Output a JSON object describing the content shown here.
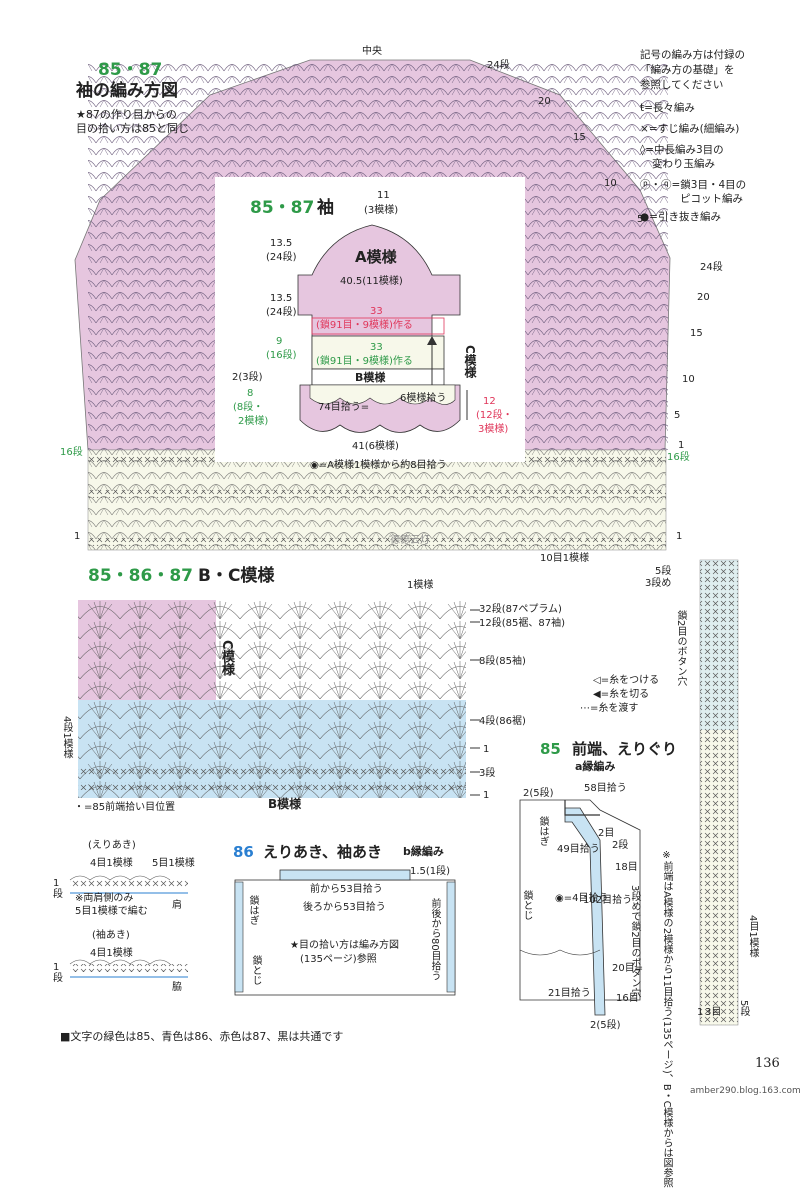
{
  "colors": {
    "pink": "#e6c6df",
    "blue": "#c8e3f3",
    "green": "#2e9a48",
    "red": "#e0365a",
    "blueText": "#2a7fd1",
    "cream": "#f7f8ea"
  },
  "section1": {
    "title_num": "85・87",
    "title": "袖の編み方図",
    "note_line1": "★87の作り目からの",
    "note_line2": "目の拾い方は85と同じ",
    "center": "中央",
    "row_labels": [
      "24段",
      "20",
      "15",
      "10",
      "5",
      "24段",
      "20",
      "15",
      "10",
      "5",
      "1",
      "16段",
      "16段",
      "1",
      "1"
    ],
    "repeat": "10目1模様"
  },
  "inset": {
    "title_num": "85・87",
    "title": "袖",
    "top_w": "11",
    "top_w2": "(3模様)",
    "a_pattern": "A模様",
    "width1": "40.5(11模様)",
    "red_w": "33",
    "red_w2": "(鎖91目・9模様)作る",
    "green_w": "33",
    "green_w2": "(鎖91目・9模様)作る",
    "b_pattern": "B模様",
    "c_pattern": "C模様",
    "pick": "74目拾う=",
    "six": "6模様拾う",
    "bottom": "41(6模様)",
    "h1": "13.5",
    "h1b": "(24段)",
    "h2": "13.5",
    "h2b": "(24段)",
    "h3": "9",
    "h3b": "(16段)",
    "h4": "2(3段)",
    "h5": "8",
    "h5b": "(8段・",
    "h5c": "2模様)",
    "h6": "12",
    "h6b": "(12段・",
    "h6c": "3模様)",
    "note": "◉=A模様1模様から約8目拾う"
  },
  "legend": {
    "l1": "記号の編み方は付録の",
    "l2": "「編み方の基礎」を",
    "l3": "参照してください",
    "s1": "=長々編み",
    "s2": "=すじ編み(細編み)",
    "s3": "=中長編み3目の",
    "s3b": "変わり玉編み",
    "s4": "=鎖3目・4目の",
    "s4b": "ピコット編み",
    "s5": "=引き抜き編み"
  },
  "section2": {
    "title_num": "85・86・87",
    "title": "B・C模様",
    "one_pattern": "1模様",
    "r32": "32段(87ペプラム)",
    "r12": "12段(85裾、87袖)",
    "r8": "8段(85袖)",
    "r4": "4段(86裾)",
    "r1": "1",
    "r3": "3段",
    "c_label": "C模様",
    "b_label": "B模様",
    "left_lbl": "4段1模様",
    "dot_note": "・=85前端拾い目位置",
    "yarn1": "=糸をつける",
    "yarn2": "=糸を切る",
    "yarn3": "=糸を渡す",
    "watermark": "德德云灯"
  },
  "section3": {
    "title_num": "85",
    "title": "前端、えりぐり",
    "sub": "a縁編み",
    "l1": "2(5段)",
    "l2": "58目拾う",
    "l3": "2目",
    "l4": "2段",
    "l5": "49目拾う",
    "l6": "18目",
    "l7": "鎖はぎ",
    "l8": "102目拾う",
    "l9": "◉=4目拾う",
    "l10": "鎖とじ",
    "l11": "20目=",
    "l12": "21目拾う",
    "l13": "16目",
    "l14": "2(5段)",
    "v1": "3段めで鎖2目のボタン穴",
    "v2": "鎖2目のボタン穴",
    "v3": "※前端はA模様の2模様から11目拾う(135ページ)、B・C模様からは図参照",
    "r5": "5段",
    "r3": "3段め",
    "r4m": "4目1模様",
    "r1": "1",
    "r3m": "3目",
    "r5b": "5段"
  },
  "section4": {
    "title_num": "86",
    "title": "えりあき、袖あき",
    "sub": "b縁編み",
    "m1": "1.5(1段)",
    "m2": "前から53目拾う",
    "m3": "後ろから53目拾う",
    "m4": "鎖はぎ",
    "m5": "前後から80目拾う",
    "m6": "★目の拾い方は編み方図",
    "m7": "(135ページ)参照",
    "m8": "鎖とじ",
    "e_title": "(えりあき)",
    "e_l1": "4目1模様",
    "e_l2": "5目1模様",
    "e_n1": "※両肩側のみ",
    "e_n2": "5目1模様で編む",
    "e_shoulder": "肩",
    "s_title": "(袖あき)",
    "s_l1": "4目1模様",
    "s_side": "脇",
    "one": "1",
    "dan": "段"
  },
  "footer": {
    "note": "■文字の緑色は85、青色は86、赤色は87、黒は共通です",
    "page": "136",
    "url": "amber290.blog.163.com"
  }
}
